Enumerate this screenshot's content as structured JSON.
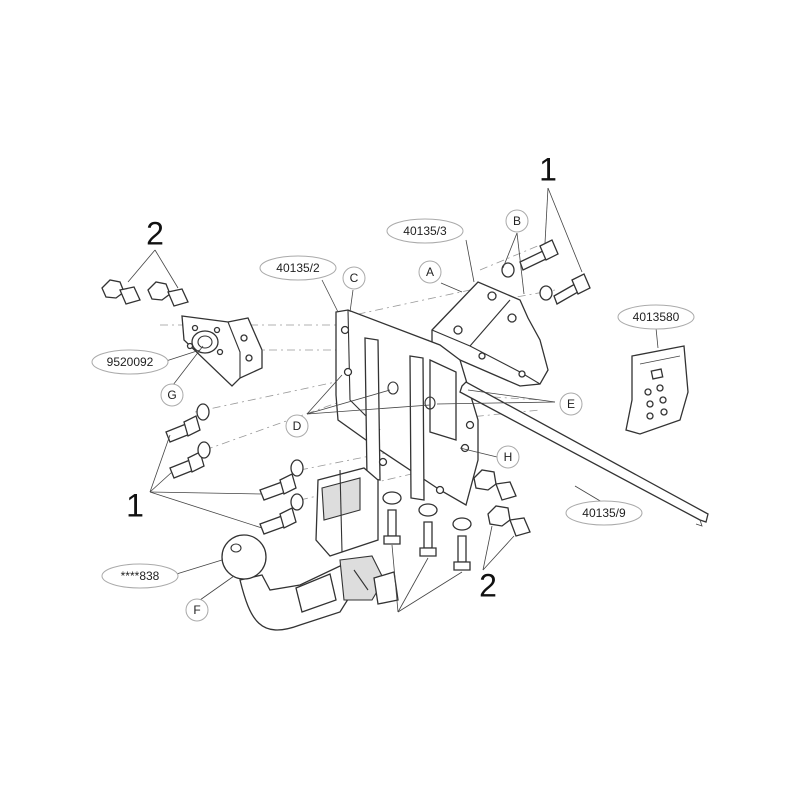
{
  "labels": {
    "part_40135_3": "40135/3",
    "part_40135_2": "40135/2",
    "part_9520092": "9520092",
    "part_40013580": "4013580",
    "part_40135_9": "40135/9",
    "part_838": "****838",
    "letter_a": "A",
    "letter_b": "B",
    "letter_c": "C",
    "letter_d": "D",
    "letter_e": "E",
    "letter_f": "F",
    "letter_g": "G",
    "letter_h": "H",
    "num_1_top": "1",
    "num_1_left": "1",
    "num_2_top": "2",
    "num_2_bottom": "2"
  }
}
